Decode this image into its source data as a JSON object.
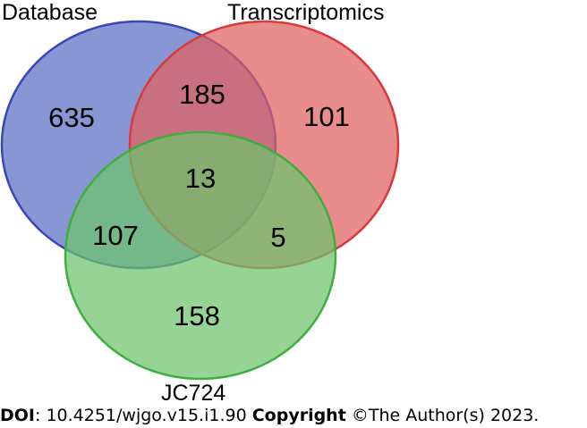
{
  "sets": [
    {
      "name": "Database",
      "color": "#5a6fc3",
      "stroke": "#3a46b8"
    },
    {
      "name": "Transcriptomics",
      "color": "#e06060",
      "stroke": "#d63a3a"
    },
    {
      "name": "JC724",
      "color": "#6cc46c",
      "stroke": "#3fae3f"
    }
  ],
  "regions": {
    "database_only": "635",
    "transcriptomics_only": "101",
    "jc724_only": "158",
    "database_transcriptomics": "185",
    "database_jc724": "107",
    "transcriptomics_jc724": "5",
    "all_three": "13"
  },
  "footer": {
    "doi_label": "DOI",
    "doi_value": ": 10.4251/wjgo.v15.i1.90 ",
    "copyright_label": "Copyright",
    "copyright_value": " ©The Author(s) 2023."
  }
}
